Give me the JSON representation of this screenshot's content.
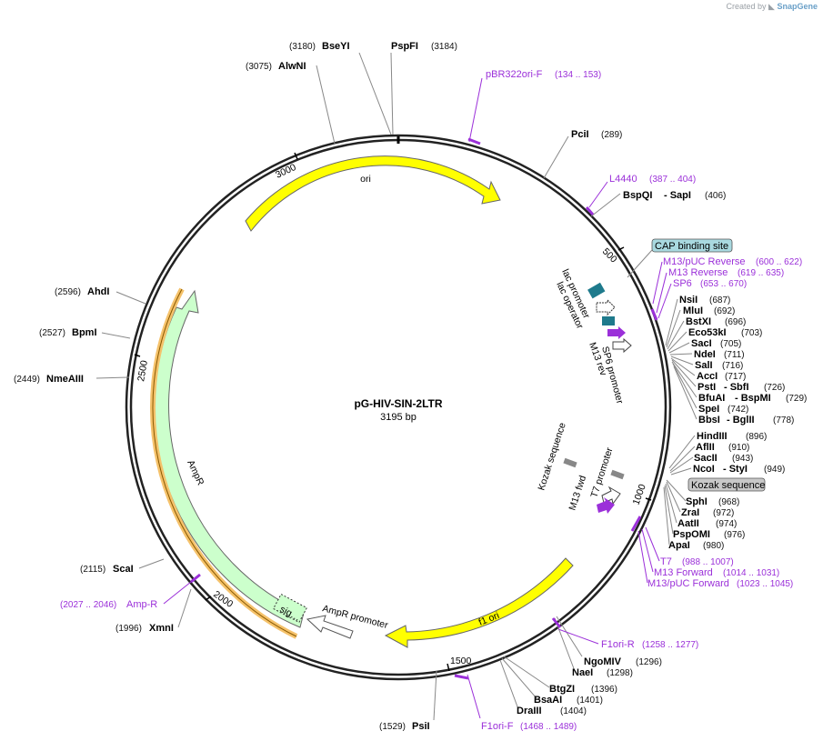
{
  "credit": {
    "prefix": "Created by",
    "brand": "SnapGene"
  },
  "plasmid": {
    "name": "pG-HIV-SIN-2LTR",
    "length": "3195 bp"
  },
  "ticks": [
    "500",
    "1000",
    "1500",
    "2000",
    "2500",
    "3000"
  ],
  "features": {
    "ori": "ori",
    "ampr": "AmpR",
    "f1ori": "f1 ori",
    "sig": "sig…",
    "ampr_promoter": "AmpR promoter",
    "lac_promoter": "lac promoter",
    "lac_operator": "lac operator",
    "m13rev": "M13 rev",
    "sp6_promoter": "SP6 promoter",
    "cap": "CAP binding site",
    "kozak_seq": "Kozak sequence",
    "kozak_box": "Kozak sequence",
    "t7_promoter": "T7 promoter",
    "m13fwd": "M13 fwd"
  },
  "colors": {
    "ori": "#ffff00",
    "ampr": "#ccffcc",
    "f1ori": "#ffff00",
    "primer": "#9b30d9",
    "cap": "#a9d9e0",
    "kozak": "#c8c8c8",
    "ampHighlight": "#f5c26b"
  },
  "sites": {
    "bseyi": {
      "name": "BseYI",
      "pos": "(3180)"
    },
    "pspfi": {
      "name": "PspFI",
      "pos": "(3184)"
    },
    "alwni": {
      "name": "AlwNI",
      "pos": "(3075)"
    },
    "pcii": {
      "name": "PciI",
      "pos": "(289)"
    },
    "bspqi": {
      "name": "BspQI",
      "name2": "- SapI",
      "pos": "(406)"
    },
    "nsii": {
      "name": "NsiI",
      "pos": "(687)"
    },
    "mlui": {
      "name": "MluI",
      "pos": "(692)"
    },
    "bstxi": {
      "name": "BstXI",
      "pos": "(696)"
    },
    "eco53ki": {
      "name": "Eco53kI",
      "pos": "(703)"
    },
    "saci": {
      "name": "SacI",
      "pos": "(705)"
    },
    "ndei": {
      "name": "NdeI",
      "pos": "(711)"
    },
    "sali": {
      "name": "SalI",
      "pos": "(716)"
    },
    "acci": {
      "name": "AccI",
      "pos": "(717)"
    },
    "psti": {
      "name": "PstI",
      "name2": "- SbfI",
      "pos": "(726)"
    },
    "bfuai": {
      "name": "BfuAI",
      "name2": "- BspMI",
      "pos": "(729)"
    },
    "spei": {
      "name": "SpeI",
      "pos": "(742)"
    },
    "bbsi": {
      "name": "BbsI",
      "name2": "- BglII",
      "pos": "(778)"
    },
    "hindiii": {
      "name": "HindIII",
      "pos": "(896)"
    },
    "aflii": {
      "name": "AflII",
      "pos": "(910)"
    },
    "sacii": {
      "name": "SacII",
      "pos": "(943)"
    },
    "ncoi": {
      "name": "NcoI",
      "name2": "- StyI",
      "pos": "(949)"
    },
    "sphi": {
      "name": "SphI",
      "pos": "(968)"
    },
    "zrai": {
      "name": "ZraI",
      "pos": "(972)"
    },
    "aatii": {
      "name": "AatII",
      "pos": "(974)"
    },
    "pspomi": {
      "name": "PspOMI",
      "pos": "(976)"
    },
    "apai": {
      "name": "ApaI",
      "pos": "(980)"
    },
    "ngomiv": {
      "name": "NgoMIV",
      "pos": "(1296)"
    },
    "naei": {
      "name": "NaeI",
      "pos": "(1298)"
    },
    "btgzi": {
      "name": "BtgZI",
      "pos": "(1396)"
    },
    "bsaai": {
      "name": "BsaAI",
      "pos": "(1401)"
    },
    "draiii": {
      "name": "DraIII",
      "pos": "(1404)"
    },
    "psii": {
      "name": "PsiI",
      "pos": "(1529)"
    },
    "xmni": {
      "name": "XmnI",
      "pos": "(1996)"
    },
    "scai": {
      "name": "ScaI",
      "pos": "(2115)"
    },
    "nmeaiii": {
      "name": "NmeAIII",
      "pos": "(2449)"
    },
    "bpmi": {
      "name": "BpmI",
      "pos": "(2527)"
    },
    "ahdi": {
      "name": "AhdI",
      "pos": "(2596)"
    }
  },
  "primers": {
    "pbr322": {
      "name": "pBR322ori-F",
      "pos": "(134 .. 153)"
    },
    "l4440": {
      "name": "L4440",
      "pos": "(387 .. 404)"
    },
    "m13puc_rev": {
      "name": "M13/pUC Reverse",
      "pos": "(600 .. 622)"
    },
    "m13_rev": {
      "name": "M13 Reverse",
      "pos": "(619 .. 635)"
    },
    "sp6": {
      "name": "SP6",
      "pos": "(653 .. 670)"
    },
    "t7": {
      "name": "T7",
      "pos": "(988 .. 1007)"
    },
    "m13_fwd": {
      "name": "M13 Forward",
      "pos": "(1014 .. 1031)"
    },
    "m13puc_fwd": {
      "name": "M13/pUC Forward",
      "pos": "(1023 .. 1045)"
    },
    "f1ori_r": {
      "name": "F1ori-R",
      "pos": "(1258 .. 1277)"
    },
    "f1ori_f": {
      "name": "F1ori-F",
      "pos": "(1468 .. 1489)"
    },
    "amp_r": {
      "name": "Amp-R",
      "pos": "(2027 .. 2046)"
    }
  }
}
